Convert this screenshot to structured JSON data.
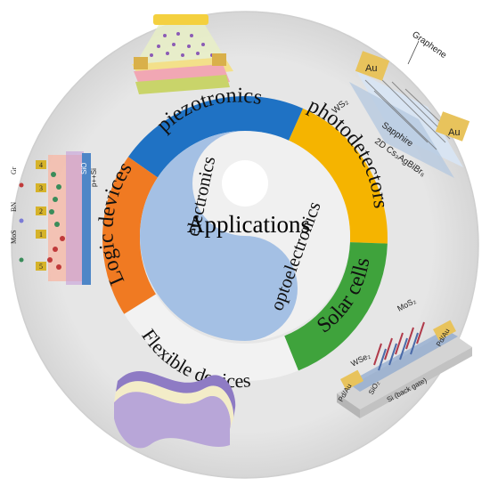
{
  "center": {
    "title": "Applications",
    "yin_label": "electronics",
    "yang_label": "optoelectronics"
  },
  "segments": [
    {
      "key": "piezotronics",
      "label": "piezotronics",
      "color": "#1f72c4"
    },
    {
      "key": "photodetectors",
      "label": "photodetectors",
      "color": "#f5b400"
    },
    {
      "key": "solar_cells",
      "label": "Solar cells",
      "color": "#3fa33c"
    },
    {
      "key": "flexible_devices",
      "label": "Flexible devices",
      "color": "#f2f2f2"
    },
    {
      "key": "logic_devices",
      "label": "Logic devices",
      "color": "#f07a22"
    }
  ],
  "insets": {
    "photodetector": {
      "graphene": "Graphene",
      "au_left": "Au",
      "au_right": "Au",
      "ws2": "WS₂",
      "sapphire": "Sapphire",
      "perovskite": "2D Cs₃AgBiBr₆"
    },
    "logic": {
      "mos": "MoS",
      "bn": "BN",
      "gr": "Gr",
      "sio": "SiO",
      "psi": "p++Si",
      "numbers": [
        "1",
        "2",
        "3",
        "4",
        "5"
      ]
    },
    "solar": {
      "mos2": "MoS₂",
      "wse2": "WSe₂",
      "pdau_left": "Pd/Au",
      "pdau_right": "Pd/Au",
      "sio2": "SiO₂",
      "si": "Si (back gate)"
    }
  },
  "colors": {
    "outer_ring": "#e1e1e1",
    "yin": "#a4c0e4",
    "yang": "#f0f0f0",
    "yin_dot": "#ffffff",
    "yang_dot": "#a4c0e4"
  }
}
